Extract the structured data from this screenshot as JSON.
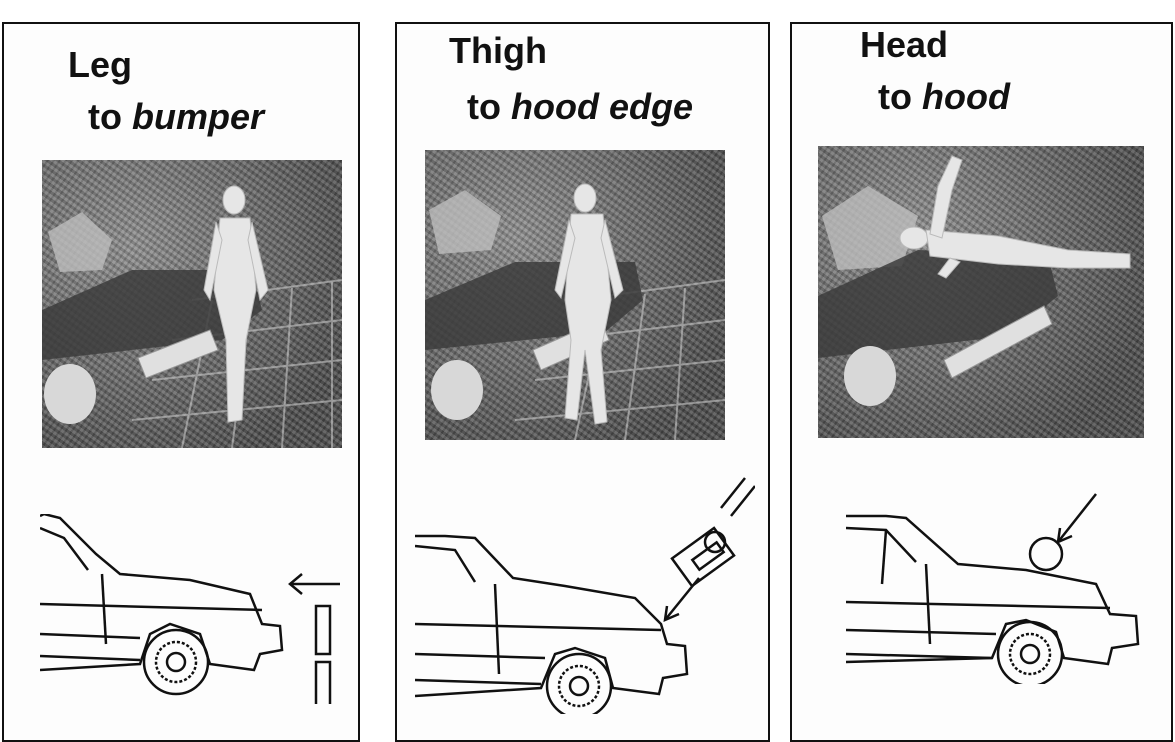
{
  "panels": [
    {
      "id": "leg",
      "part": "Leg",
      "target_prefix": "to ",
      "target": "bumper"
    },
    {
      "id": "thigh",
      "part": "Thigh",
      "target_prefix": "to ",
      "target": "hood edge"
    },
    {
      "id": "head",
      "part": "Head",
      "target_prefix": "to ",
      "target": "hood"
    }
  ],
  "colors": {
    "ink": "#111111",
    "photo_dark": "#4a4a4a",
    "photo_light": "#8e8e8e",
    "figure": "#e6e6e6"
  },
  "icons": [
    "impactor-arrow-icon",
    "car-front-icon",
    "leg-impactor-icon",
    "upper-leg-impactor-icon",
    "head-impactor-icon"
  ]
}
